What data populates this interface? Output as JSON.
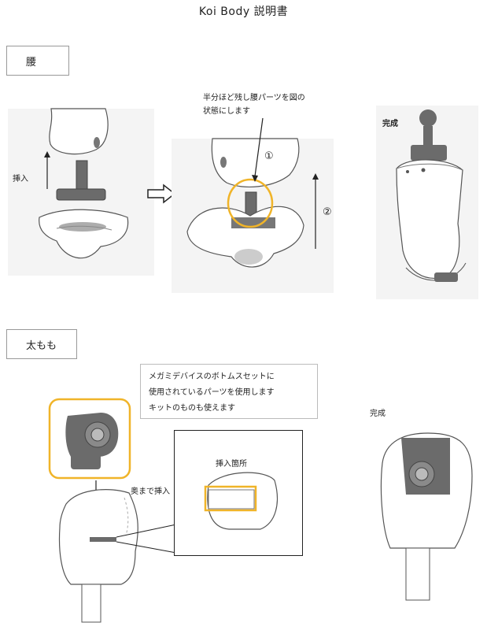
{
  "document": {
    "title": "Koi Body  説明書"
  },
  "sections": [
    {
      "heading": "腰"
    },
    {
      "heading": "太もも"
    }
  ],
  "waist": {
    "insert_label": "挿入",
    "note_line1": "半分ほど残し腰パーツを図の",
    "note_line2": "状態にします",
    "step1": "①",
    "step2": "②",
    "complete_label": "完成"
  },
  "thigh": {
    "callout_line1": "メガミデバイスのボトムスセットに",
    "callout_line2": "使用されているパーツを使用します",
    "callout_line3": "キットのものも使えます",
    "insert_deep_label": "奥まで挿入",
    "insert_spot_label": "挿入箇所",
    "complete_label": "完成"
  },
  "colors": {
    "highlight": "#f0b429",
    "part_dark": "#6b6b6b",
    "panel_bg": "#f4f4f4"
  }
}
